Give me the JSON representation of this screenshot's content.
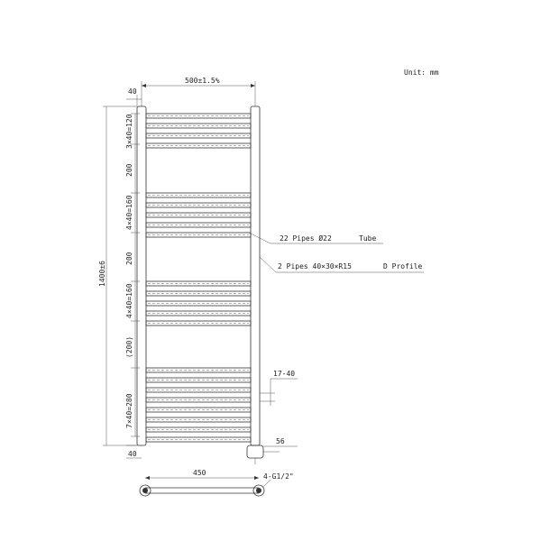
{
  "unit_label": "Unit: mm",
  "dimensions": {
    "width": "500±1.5%",
    "top_offset": "40",
    "bottom_offset": "40",
    "height_total": "1400±6",
    "group1": "3×40=120",
    "gap1": "200",
    "group2": "4×40=160",
    "gap2": "200",
    "group3": "4×40=160",
    "gap3": "(200)",
    "group4": "7×40=280",
    "connection_range": "17-40",
    "side_depth": "56",
    "centers": "450",
    "thread": "4-G1/2\""
  },
  "callouts": {
    "tube_spec": "22 Pipes Ø22",
    "tube_name": "Tube",
    "profile_spec": "2 Pipes 40×30×R15",
    "profile_name": "D Profile"
  }
}
